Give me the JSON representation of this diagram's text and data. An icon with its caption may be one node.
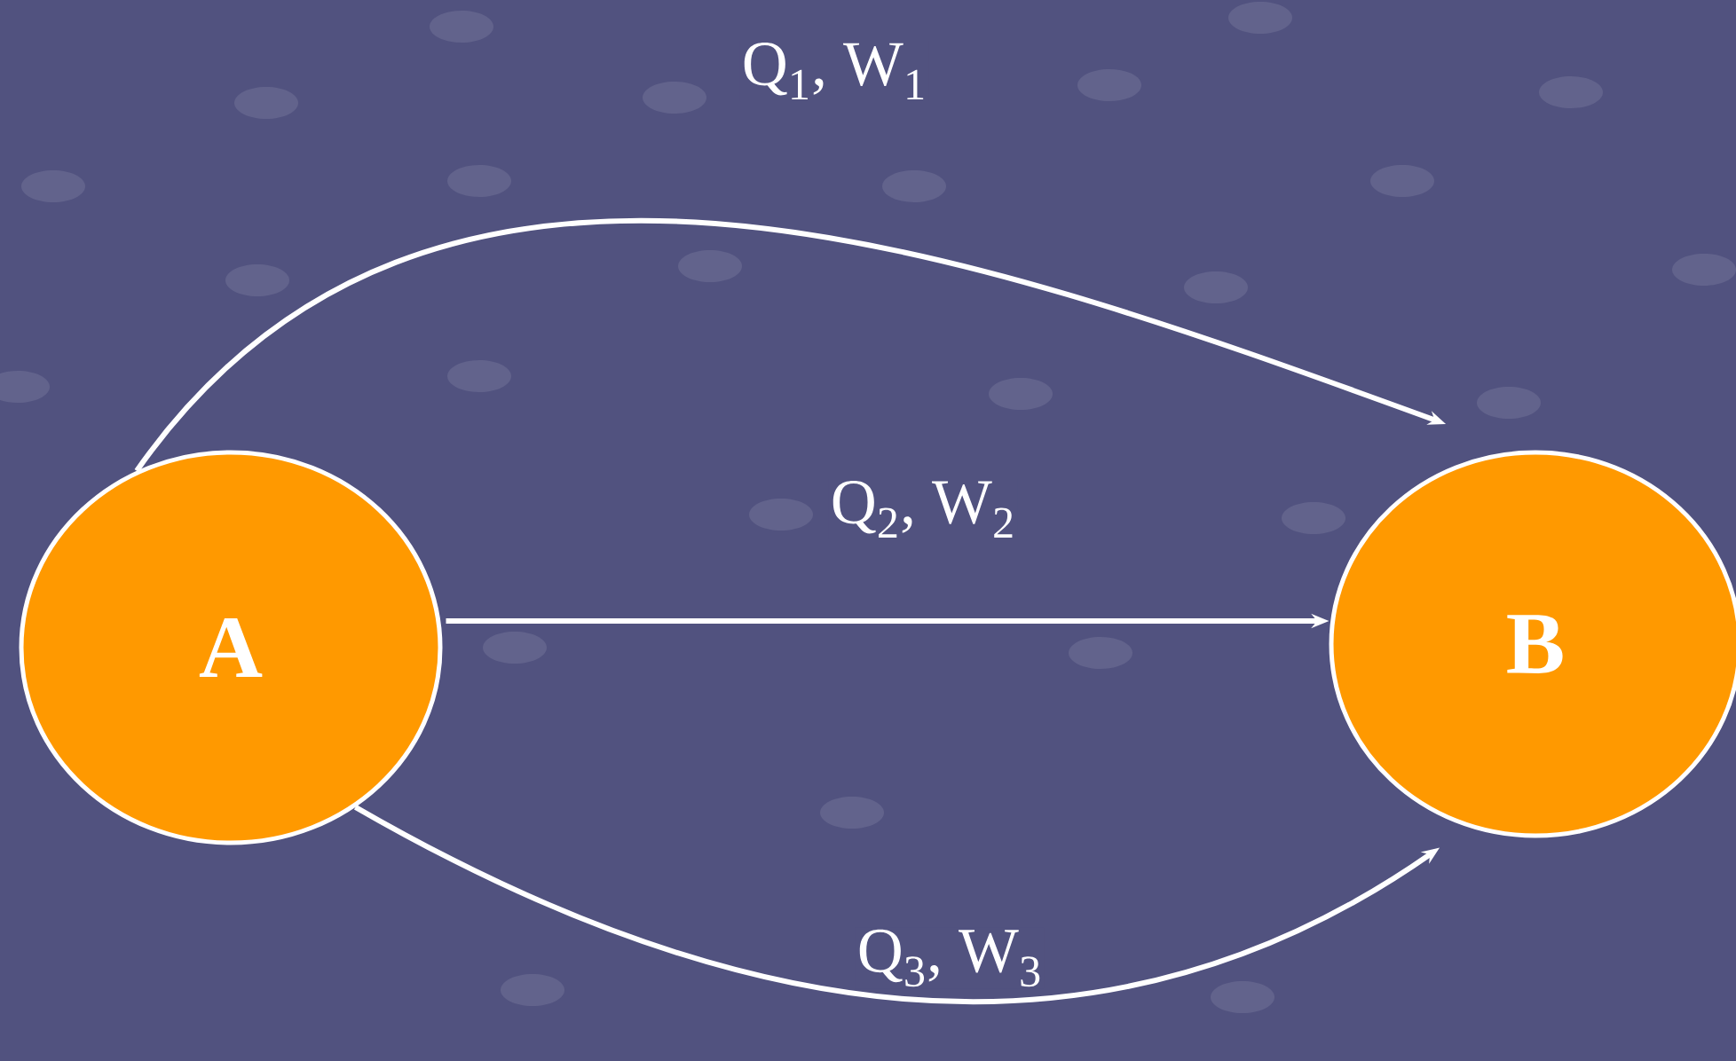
{
  "diagram": {
    "nodes": [
      {
        "text": [
          "A"
        ]
      },
      {
        "text": [
          "B"
        ]
      }
    ],
    "edges": [
      {
        "from": 0,
        "to": 1,
        "arrow": "to",
        "label": "Q$_{1}$, W$_{1}$"
      },
      {
        "from": 0,
        "to": 1,
        "arrow": "to",
        "label": "Q$_{2}$, W$_{2}$"
      },
      {
        "from": 0,
        "to": 1,
        "arrow": "to",
        "label": "Q$_{3}$, W$_{3}$"
      }
    ]
  }
}
